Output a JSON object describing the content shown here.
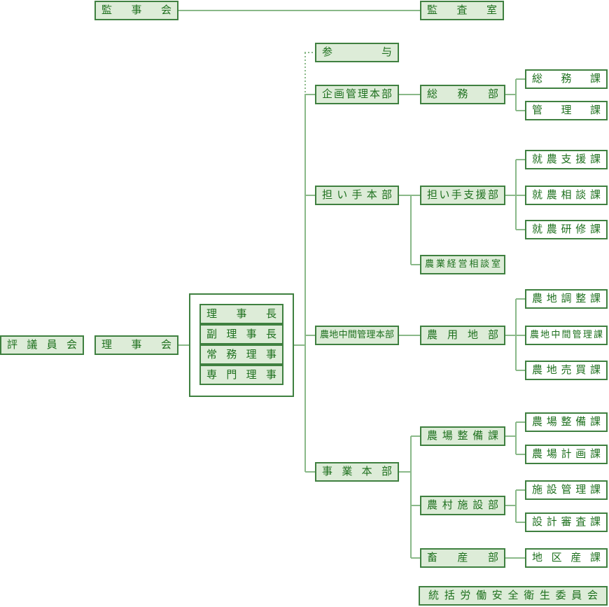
{
  "colors": {
    "box_border": "#3f8040",
    "box_fill_green": "#ddecd8",
    "box_fill_white": "#ffffff",
    "text": "#1e701e",
    "connector": "#8ab989"
  },
  "top_row": {
    "board_of_auditors": "監事会",
    "audit_office": "監査室"
  },
  "council": {
    "board_of_councilors": "評議員会",
    "board_of_directors": "理事会"
  },
  "officers": [
    "理事長",
    "副理事長",
    "常務理事",
    "専門理事"
  ],
  "advisor": {
    "label": "参与"
  },
  "divisions": [
    {
      "name": "企画管理本部",
      "departments": [
        {
          "name": "総務部",
          "sections": [
            "総務課",
            "管理課"
          ]
        }
      ]
    },
    {
      "name": "担い手本部",
      "departments": [
        {
          "name": "担い手支援部",
          "sections": [
            "就農支援課",
            "就農相談課",
            "就農研修課"
          ]
        },
        {
          "name": "農業経営相談室",
          "sections": []
        }
      ]
    },
    {
      "name": "農地中間管理本部",
      "departments": [
        {
          "name": "農用地部",
          "sections": [
            "農地調整課",
            "農地中間管理課",
            "農地売買課"
          ]
        }
      ]
    },
    {
      "name": "事業本部",
      "departments": [
        {
          "name": "農場整備課",
          "sections": [
            "農場整備課",
            "農場計画課"
          ]
        },
        {
          "name": "農村施設部",
          "sections": [
            "施設管理課",
            "設計審査課"
          ]
        },
        {
          "name": "畜産部",
          "sections": [
            "地区産課"
          ]
        }
      ]
    }
  ],
  "committee": {
    "label": "統括労働安全衛生委員会"
  }
}
